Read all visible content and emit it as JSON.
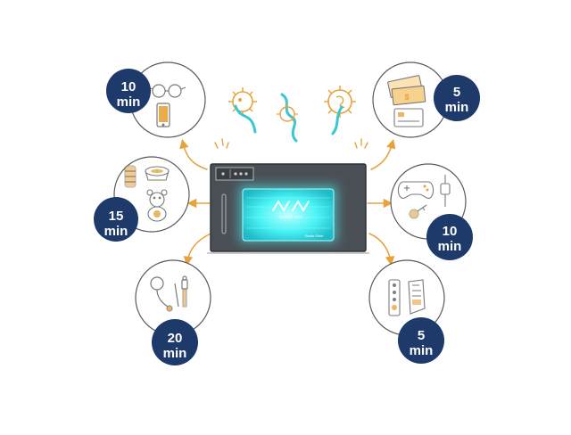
{
  "device": {
    "brand_text": "SHARK UVC",
    "footer_text": "Sharks Shine"
  },
  "categories": [
    {
      "id": "phone-glasses",
      "num": "10",
      "unit": "min",
      "icon": "phone-glasses-icon"
    },
    {
      "id": "bottle-bowl-toy",
      "num": "15",
      "unit": "min",
      "icon": "bottle-bowl-teddy-icon"
    },
    {
      "id": "tools",
      "num": "20",
      "unit": "min",
      "icon": "stethoscope-tools-icon"
    },
    {
      "id": "money-cards",
      "num": "5",
      "unit": "min",
      "icon": "money-cards-icon"
    },
    {
      "id": "controller-watch",
      "num": "10",
      "unit": "min",
      "icon": "controller-watch-keys-icon"
    },
    {
      "id": "remote-mask",
      "num": "5",
      "unit": "min",
      "icon": "remote-mask-icon"
    }
  ],
  "colors": {
    "navy": "#1d3a6b",
    "orange": "#e8a23a",
    "device": "#4a4f55",
    "uv": "#38f1f3",
    "germ_teal": "#38c7d3",
    "line": "#595959"
  }
}
